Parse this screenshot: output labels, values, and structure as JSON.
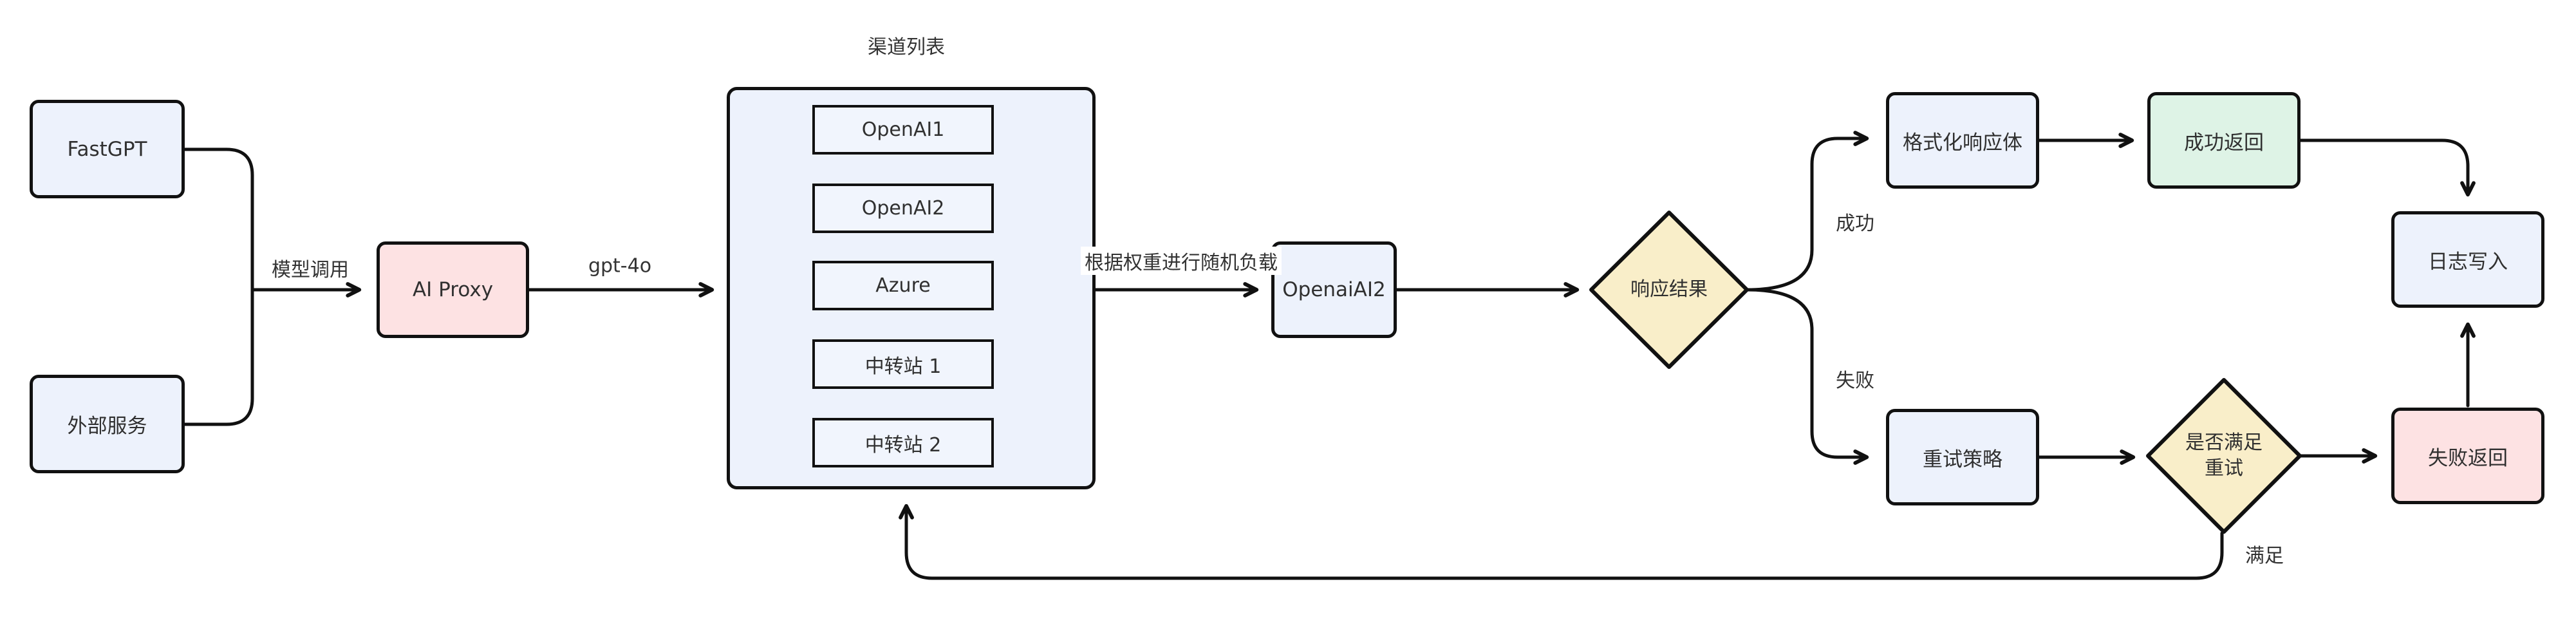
{
  "diagram": {
    "subgraph": {
      "title": "渠道列表"
    },
    "nodes": {
      "fastgpt": {
        "label": "FastGPT"
      },
      "external": {
        "label": "外部服务"
      },
      "ai_proxy": {
        "label": "AI Proxy"
      },
      "openai1": {
        "label": "OpenAI1"
      },
      "openai2": {
        "label": "OpenAI2"
      },
      "azure": {
        "label": "Azure"
      },
      "relay1": {
        "label": "中转站 1"
      },
      "relay2": {
        "label": "中转站 2"
      },
      "openaiai2": {
        "label": "OpenaiAI2"
      },
      "resp_result": {
        "label": "响应结果"
      },
      "format_body": {
        "label": "格式化响应体"
      },
      "success_ret": {
        "label": "成功返回"
      },
      "log_write": {
        "label": "日志写入"
      },
      "retry_policy": {
        "label": "重试策略"
      },
      "retry_check": {
        "label": "是否满足\n重试"
      },
      "fail_ret": {
        "label": "失败返回"
      }
    },
    "edge_labels": {
      "model_call": "模型调用",
      "model_name": "gpt-4o",
      "weight_lb": "根据权重进行随机负载",
      "ok": "成功",
      "ko": "失败",
      "meet": "满足"
    },
    "colors": {
      "node_blue": "#edf2fc",
      "item_blue": "#f1f5fd",
      "pink": "#fde2e3",
      "green": "#def3e6",
      "yellow": "#f9eec9",
      "border": "#111111",
      "text": "#303030"
    }
  }
}
